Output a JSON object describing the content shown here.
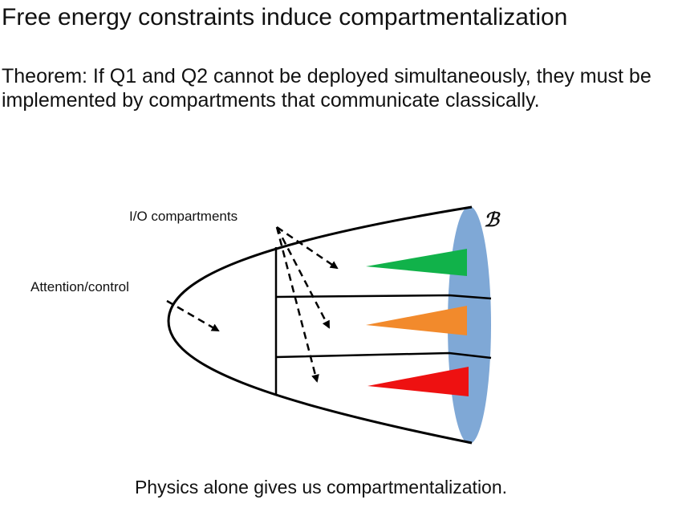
{
  "slide": {
    "title": "Free energy constraints induce compartmentalization",
    "theorem": "Theorem: If Q1 and Q2 cannot be deployed simultaneously, they must be implemented by compartments that communicate classically.",
    "caption": "Physics alone gives us compartmentalization."
  },
  "diagram": {
    "io_label": "I/O compartments",
    "attention_label": "Attention/control",
    "boundary_symbol": "ℬ",
    "colors": {
      "boundary": "#7fa8d6",
      "green": "#11b24a",
      "orange": "#f28a2c",
      "red": "#ee1111",
      "line": "#000000"
    },
    "icons": [
      "dashed-arrow",
      "triangle-wedge"
    ]
  }
}
